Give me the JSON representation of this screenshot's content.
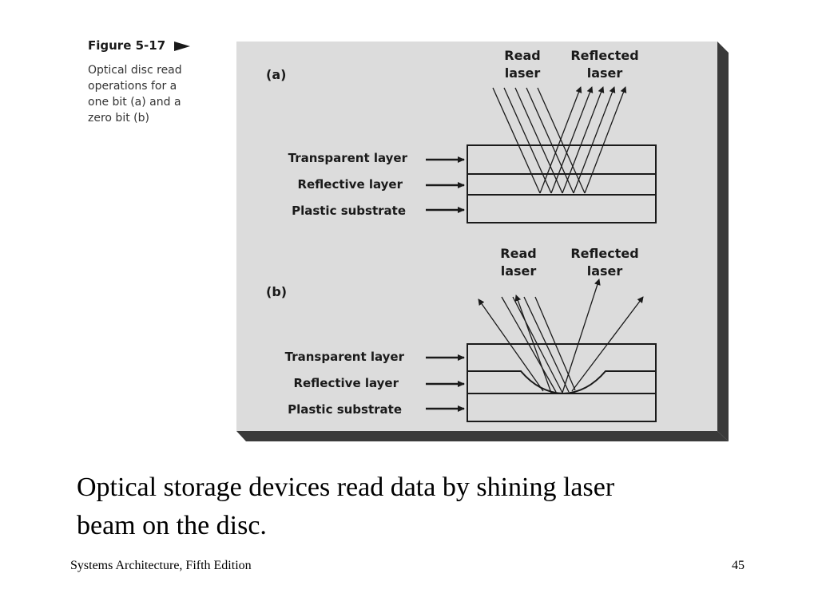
{
  "caption": {
    "title": "Figure 5-17",
    "lines": [
      "Optical disc read",
      "operations for a",
      "one bit (a) and a",
      "zero bit (b)"
    ]
  },
  "diagram": {
    "panel_a": {
      "label": "(a)",
      "read_label": [
        "Read",
        "laser"
      ],
      "reflected_label": [
        "Reflected",
        "laser"
      ],
      "layers": [
        "Transparent layer",
        "Reflective layer",
        "Plastic substrate"
      ]
    },
    "panel_b": {
      "label": "(b)",
      "read_label": [
        "Read",
        "laser"
      ],
      "reflected_label": [
        "Reflected",
        "laser"
      ],
      "layers": [
        "Transparent layer",
        "Reflective layer",
        "Plastic substrate"
      ]
    }
  },
  "body": {
    "lines": [
      "Optical storage devices read data by shining laser",
      "beam on the disc."
    ]
  },
  "footer": {
    "left": "Systems Architecture, Fifth Edition",
    "right": "45"
  },
  "colors": {
    "panel_bg": "#dcdcdc",
    "panel_shadow": "#3a3a3a",
    "ink": "#1a1a1a"
  }
}
